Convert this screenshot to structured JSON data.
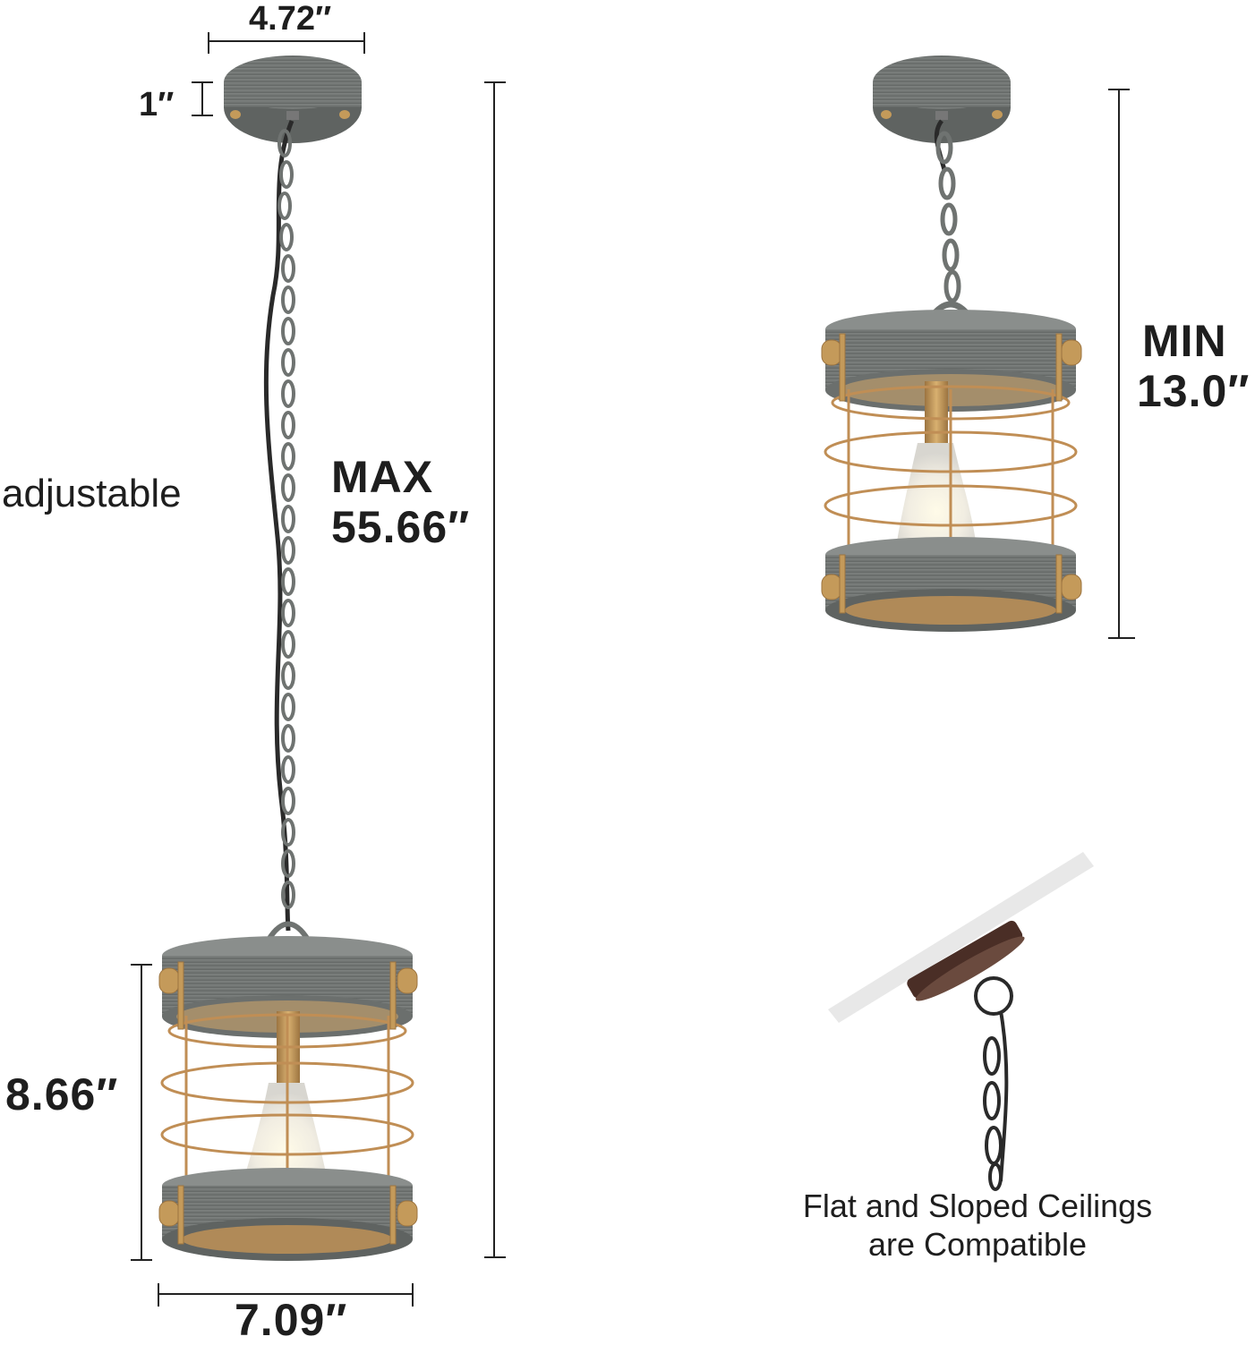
{
  "left_product": {
    "canopy_width": "4.72″",
    "canopy_height": "1″",
    "chain_note": "adjustable",
    "max_label": "MAX",
    "max_value": "55.66″",
    "shade_height": "8.66″",
    "shade_width": "7.09″"
  },
  "right_product": {
    "min_label": "MIN",
    "min_value": "13.0″"
  },
  "sloped_ceiling": {
    "caption_line1": "Flat and Sloped Ceilings",
    "caption_line2": "are Compatible"
  },
  "colors": {
    "wood_gray": "#7b7f7d",
    "wood_gray_dark": "#5f6361",
    "brass": "#c49a5a",
    "brass_dark": "#9c7440",
    "chain": "#6f7371",
    "cord": "#2a2a2a",
    "canopy_brown": "#4a2e26",
    "text": "#1e1e1e"
  }
}
